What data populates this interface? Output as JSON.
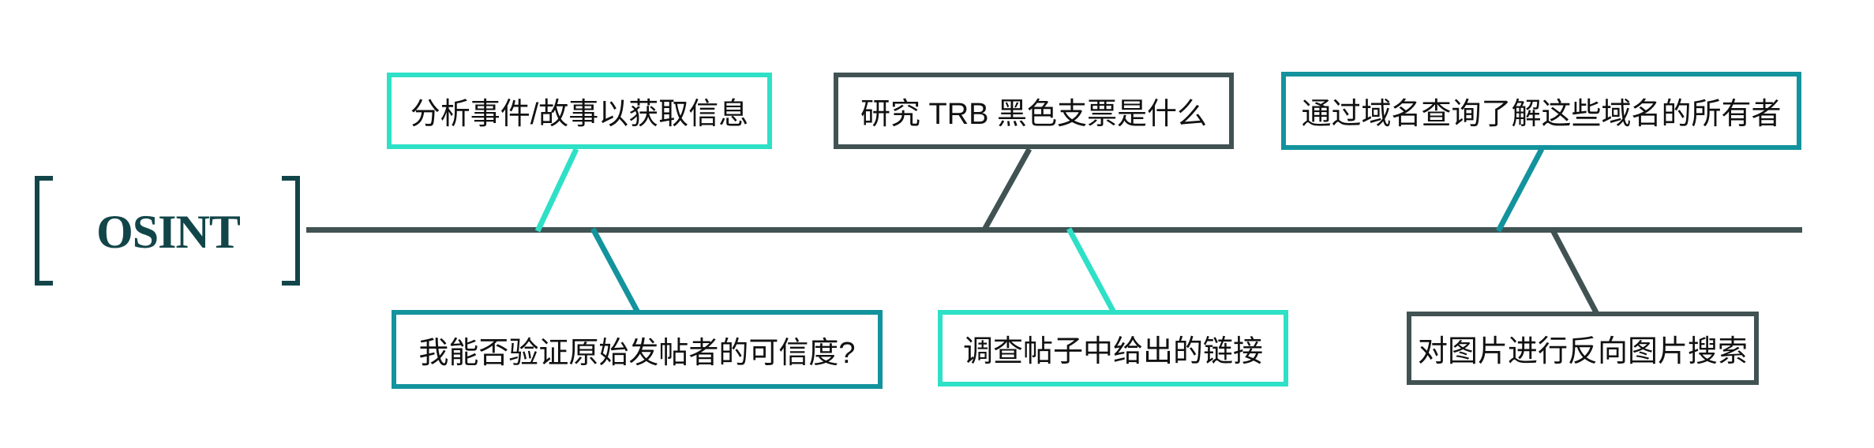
{
  "root": {
    "label": "OSINT"
  },
  "palette": {
    "bright": "#2ee0c6",
    "medium": "#13939d",
    "dark": "#415253",
    "root_color": "#124549",
    "text": "#111111",
    "background": "#ffffff"
  },
  "branches": {
    "top": [
      {
        "label": "分析事件/故事以获取信息",
        "color": "bright"
      },
      {
        "label": "研究 TRB 黑色支票是什么",
        "color": "dark"
      },
      {
        "label": "通过域名查询了解这些域名的所有者",
        "color": "medium"
      }
    ],
    "bottom": [
      {
        "label": "我能否验证原始发帖者的可信度?",
        "color": "medium"
      },
      {
        "label": "调查帖子中给出的链接",
        "color": "bright"
      },
      {
        "label": "对图片进行反向图片搜索",
        "color": "dark"
      }
    ]
  }
}
